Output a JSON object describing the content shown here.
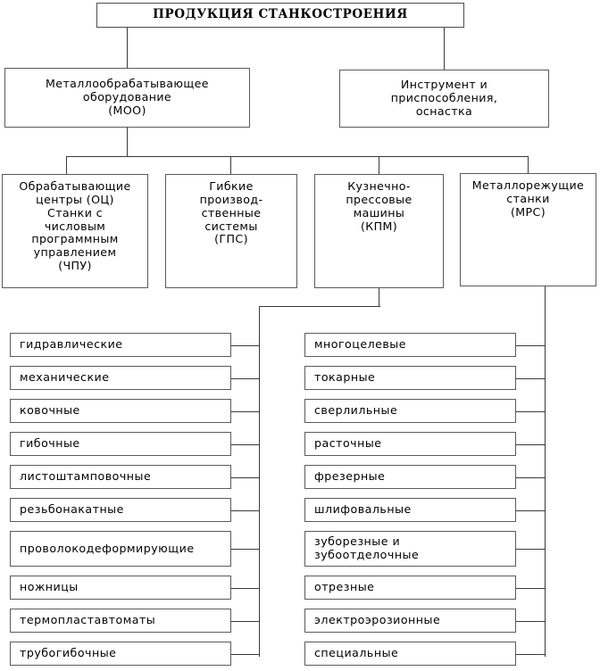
{
  "diagram": {
    "title": "ПРОДУКЦИЯ СТАНКОСТРОЕНИЯ",
    "level2": [
      {
        "id": "moo",
        "label": "Металлообрабатывающее\nоборудование\n(МОО)"
      },
      {
        "id": "tool",
        "label": "Инструмент и\nприспособления,\nоснастка"
      }
    ],
    "level3": [
      {
        "id": "oc",
        "label": "Обрабатывающие\nцентры (ОЦ)\nСтанки с\nчисловым\nпрограммным\nуправлением\n(ЧПУ)"
      },
      {
        "id": "gps",
        "label": "Гибкие\nпроизвод-\nственные\nсистемы\n(ГПС)"
      },
      {
        "id": "kpm",
        "label": "Кузнечно-\nпрессовые\nмашины\n(КПМ)"
      },
      {
        "id": "mrs",
        "label": "Металлорежущие\nстанки\n(МРС)"
      }
    ],
    "kpm_children": [
      "гидравлические",
      "механические",
      "ковочные",
      "гибочные",
      "листоштамповочные",
      "резьбонакатные",
      "проволокодеформирующие",
      "ножницы",
      "термопластавтоматы",
      "трубогибочные"
    ],
    "mrs_children": [
      "многоцелевые",
      "токарные",
      "сверлильные",
      "расточные",
      "фрезерные",
      "шлифовальные",
      "зуборезные и\nзубоотделочные",
      "отрезные",
      "электроэрозионные",
      "специальные"
    ],
    "colors": {
      "border": "#5b5b5b",
      "line": "#3a3a3a",
      "background": "#ffffff",
      "text": "#000000"
    }
  }
}
